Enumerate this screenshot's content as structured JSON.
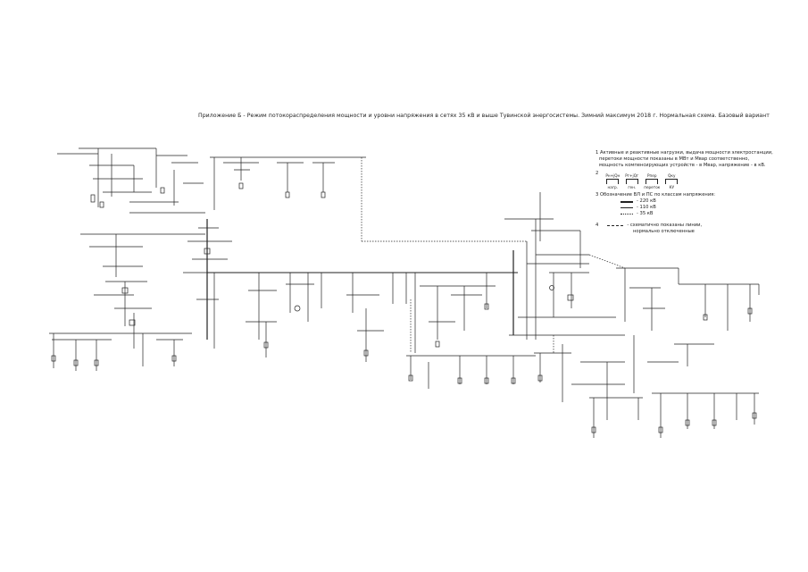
{
  "title": "Приложение Б - Режим потокораспределения мощности и уровни напряжения в сетях 35 кВ и выше Тувинской энергосистемы. Зимний максимум 2018 г. Нормальная схема. Базовый вариант",
  "legend": {
    "item1_line1": "1 Активные и реактивные нагрузки, выдача мощности электростанции,",
    "item1_line2": "перетоки мощности показаны в МВт и Мвар соответственно,",
    "item1_line3": "мощность компенсирующих устройств - в Мвар, напряжение - в кВ.",
    "item2_number": "2",
    "item2_symbols": [
      {
        "top": "Pн+jQн",
        "bottom": "нагр."
      },
      {
        "top": "Pг+jQг",
        "bottom": "ген."
      },
      {
        "top": "Pпер",
        "bottom": "переток"
      },
      {
        "top": "Qку",
        "bottom": "КУ"
      }
    ],
    "item3": "3 Обозначение ВЛ и ПС по классам напряжения:",
    "volt_220": "- 220 кВ",
    "volt_110": "- 110 кВ",
    "volt_35": "- 35 кВ",
    "item4_number": "4",
    "item4_line1": "- схематично показаны линии,",
    "item4_line2": "нормально отключенные"
  },
  "colors": {
    "line": "#222222",
    "background": "#ffffff"
  }
}
